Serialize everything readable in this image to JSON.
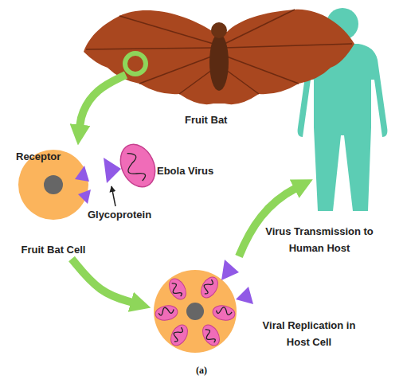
{
  "diagram": {
    "caption": "(a)",
    "nodes": [
      {
        "text": [
          "Fruit Bat"
        ]
      },
      {
        "text": [
          "Ebola Virus"
        ]
      },
      {
        "text": [
          "Fruit Bat Cell"
        ]
      },
      {
        "text": [
          "Viral Replication in Host Cell"
        ]
      }
    ],
    "edges": [
      {
        "from": 0,
        "to": 2,
        "arrow": "to"
      },
      {
        "from": 2,
        "to": 3,
        "arrow": "to"
      }
    ],
    "labels": [
      "Receptor",
      "Glycoprotein",
      "Virus Transmission to Human Host"
    ]
  }
}
